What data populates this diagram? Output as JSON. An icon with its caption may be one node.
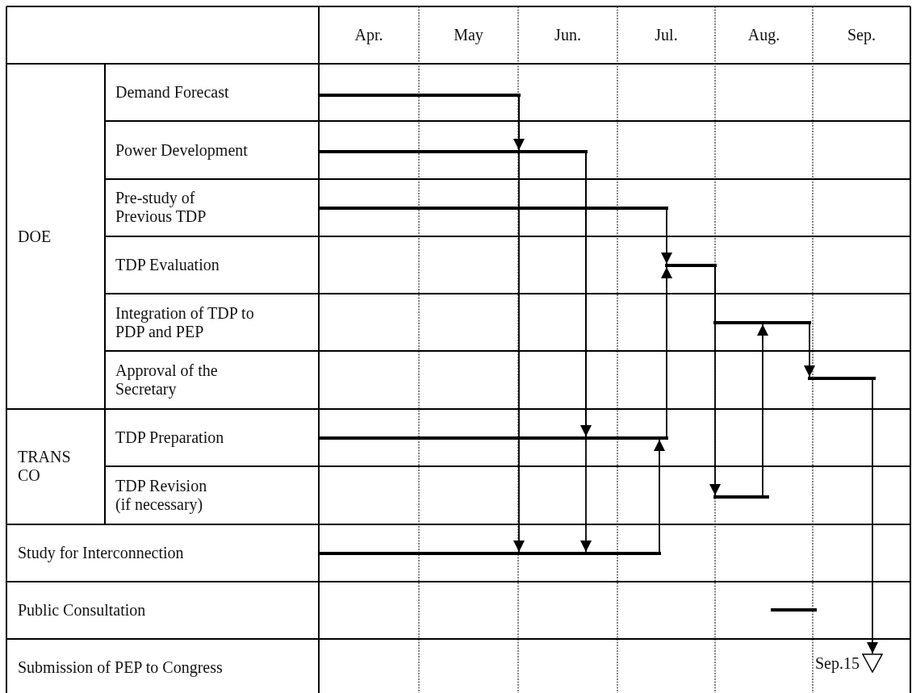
{
  "diagram": {
    "nodes": [
      {
        "text": [],
        "shape": "bar"
      },
      {
        "text": [],
        "shape": "bar"
      },
      {
        "text": [],
        "shape": "bar"
      },
      {
        "text": [],
        "shape": "bar"
      },
      {
        "text": [],
        "shape": "bar"
      },
      {
        "text": [],
        "shape": "bar"
      },
      {
        "text": [],
        "shape": "bar"
      },
      {
        "text": [],
        "shape": "bar"
      },
      {
        "text": [],
        "shape": "bar"
      },
      {
        "text": [],
        "shape": "bar"
      },
      {
        "text": [],
        "shape": "triangle",
        "beside": [
          "Sep.15"
        ]
      }
    ],
    "edges": [
      {
        "from": 0,
        "to": 1,
        "arrow": "to"
      },
      {
        "from": 0,
        "to": 8,
        "arrow": "to"
      },
      {
        "from": 1,
        "to": 6,
        "arrow": "to"
      },
      {
        "from": 1,
        "to": 8,
        "arrow": "to"
      },
      {
        "from": 2,
        "to": 3,
        "arrow": "to"
      },
      {
        "from": 6,
        "to": 3,
        "arrow": "to"
      },
      {
        "from": 8,
        "to": 6,
        "arrow": "to"
      },
      {
        "from": 3,
        "to": 4,
        "arrow": "none"
      },
      {
        "from": 3,
        "to": 7,
        "arrow": "to"
      },
      {
        "from": 7,
        "to": 4,
        "arrow": "to"
      },
      {
        "from": 4,
        "to": 5,
        "arrow": "to"
      },
      {
        "from": 5,
        "to": 10,
        "arrow": "to"
      }
    ],
    "labels": [
      "Apr.",
      "May",
      "Jun.",
      "Jul.",
      "Aug.",
      "Sep.",
      "DOE",
      "Demand Forecast",
      "Power Development",
      "Pre-study of Previous TDP",
      "TDP Evaluation",
      "Integration of TDP to PDP and PEP",
      "Approval of the Secretary",
      "TRANS CO",
      "TDP Preparation",
      "TDP Revision (if necessary)",
      "Study for Interconnection",
      "Public Consultation",
      "Submission of PEP to Congress"
    ]
  }
}
